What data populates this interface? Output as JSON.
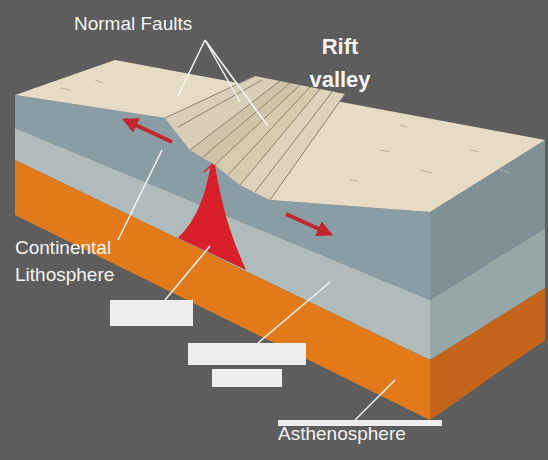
{
  "diagram": {
    "labels": [
      "Normal Faults",
      "Rift valley",
      "Continental Lithosphere",
      "Asthenosphere"
    ]
  }
}
